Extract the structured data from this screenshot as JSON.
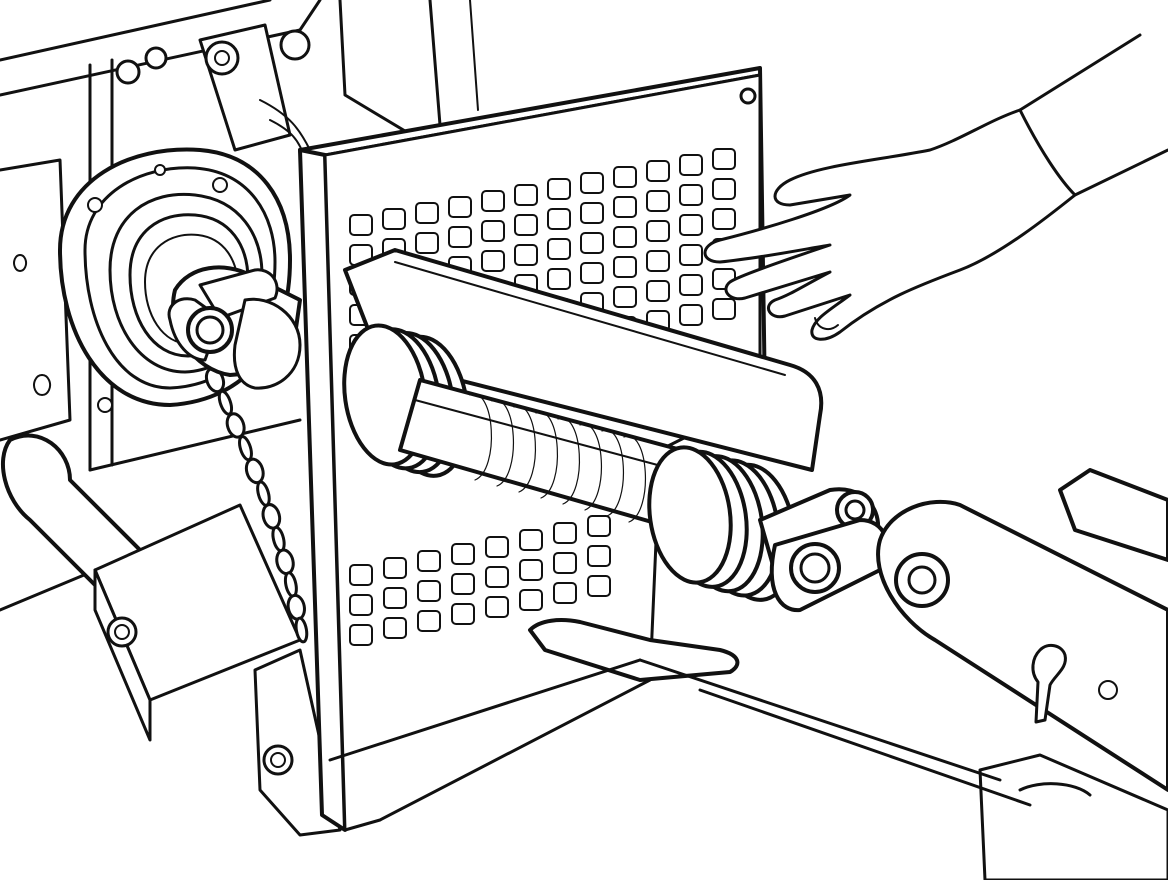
{
  "illustration": {
    "colors": {
      "ink": "#111111",
      "paper": "#ffffff",
      "shade": "#efefef"
    },
    "guard_perforations": {
      "upper_rows": 6,
      "upper_cols": 12,
      "lower_rows": 3,
      "lower_cols": 8
    },
    "driveline_bellows_rings": {
      "front": 4,
      "rear": 5
    },
    "chain_links": 12
  }
}
